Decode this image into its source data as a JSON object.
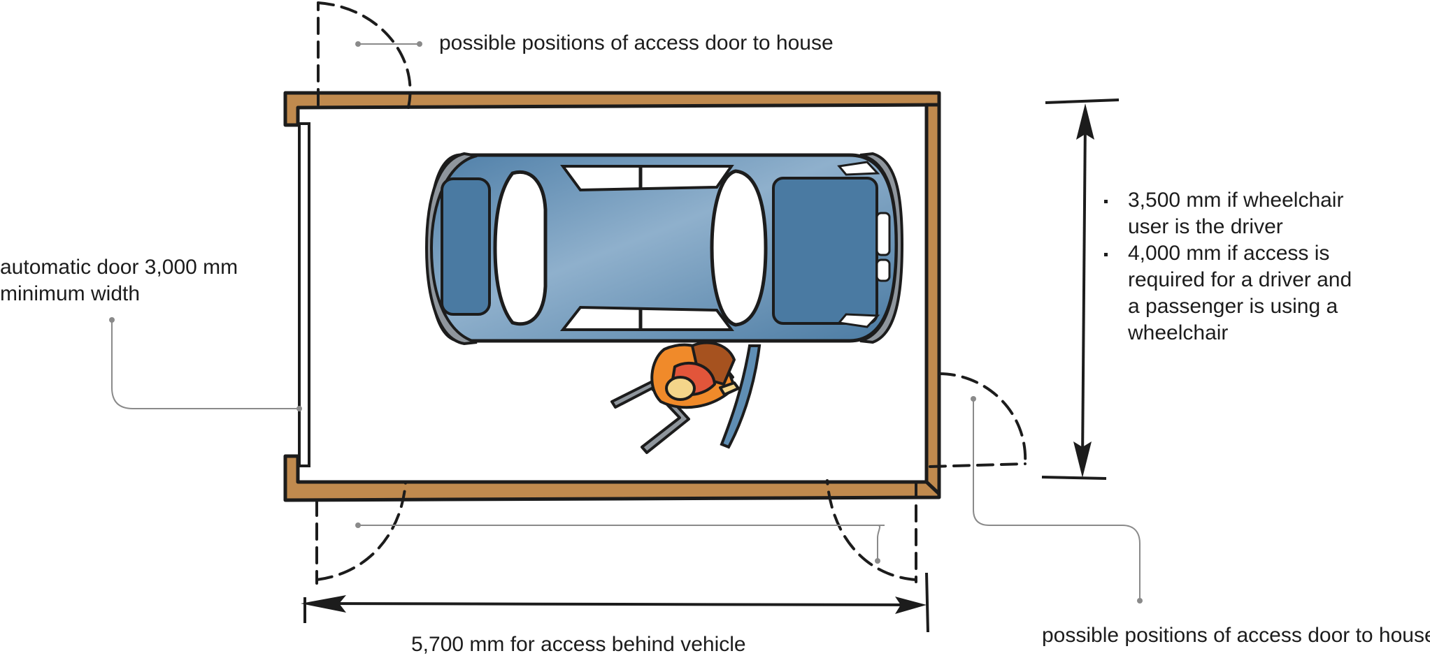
{
  "labels": {
    "door_top": "possible positions of access door to house",
    "door_bottom": "possible positions of access door to house",
    "automatic_door": "automatic door 3,000 mm\nminimum width",
    "length": "5,700 mm for access behind vehicle"
  },
  "width_notes": [
    "3,500 mm if wheelchair\nuser is the driver",
    "4,000 mm if access is\nrequired for a driver and\na passenger is using a\nwheelchair"
  ],
  "colors": {
    "wall": "#c08a4e",
    "outline": "#1c1c1c",
    "car_body": "#5f8eb4",
    "car_dark": "#4a7aa2",
    "glass": "#ffffff",
    "bumper": "#8f969d",
    "leader": "#8a8a8a",
    "person_orange": "#f08a2a",
    "person_red": "#e2553a",
    "person_hair": "#a6521f",
    "wheelchair": "#8f969d"
  },
  "icons": {
    "vehicle": "car-icon",
    "person": "wheelchair-user-icon",
    "arrow": "dimension-arrow-icon"
  }
}
